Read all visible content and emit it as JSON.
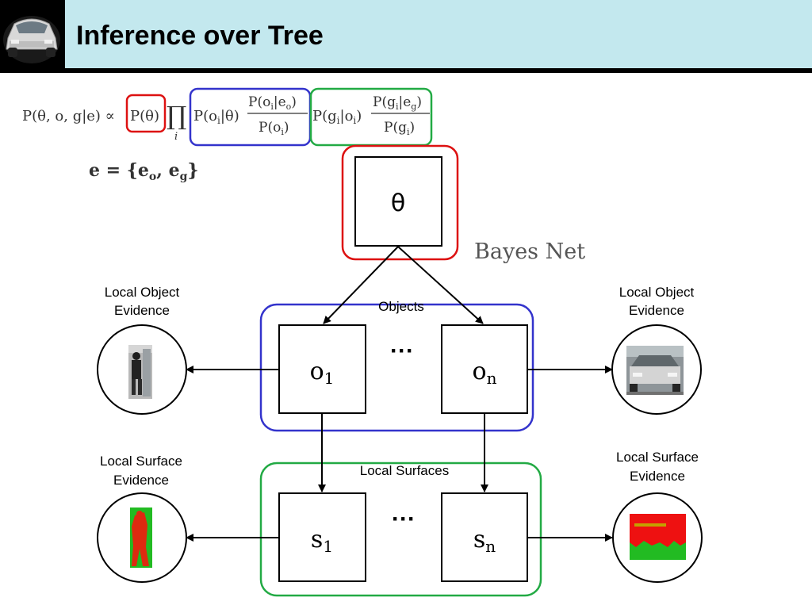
{
  "slide": {
    "title": "Inference over Tree"
  },
  "equation": {
    "lhs": "P(θ, o, g|e) ∝",
    "prior": "P(θ)",
    "product": "∏",
    "product_index": "i",
    "object_term_lead": "P(o",
    "object_term_rest": "|θ)",
    "object_num": "P(o",
    "object_num_rest": "|e",
    "object_num_sub": "o",
    "object_den": "P(o",
    "surface_term_lead": "P(g",
    "surface_term_rest": "|o",
    "surface_num": "P(g",
    "surface_num_rest": "|e",
    "surface_num_sub": "g",
    "surface_den": "P(g",
    "sub_i": "i",
    "close": ")",
    "evidence_def": "e = {e",
    "evidence_sub_o": "o",
    "evidence_comma": ", e",
    "evidence_sub_g": "g",
    "evidence_close": "}"
  },
  "diagram": {
    "root_node": "θ",
    "bayes_net_label": "Bayes Net",
    "objects_group_label": "Objects",
    "surfaces_group_label": "Local Surfaces",
    "ellipsis": "···",
    "nodes": {
      "o1": {
        "letter": "o",
        "sub": "1"
      },
      "on": {
        "letter": "o",
        "sub": "n"
      },
      "s1": {
        "letter": "s",
        "sub": "1"
      },
      "sn": {
        "letter": "s",
        "sub": "n"
      }
    },
    "evidence_labels": {
      "object_left": [
        "Local Object",
        "Evidence"
      ],
      "object_right": [
        "Local Object",
        "Evidence"
      ],
      "surface_left": [
        "Local Surface",
        "Evidence"
      ],
      "surface_right": [
        "Local Surface",
        "Evidence"
      ]
    }
  },
  "colors": {
    "prior_box": "#dd1111",
    "object_box": "#3333cc",
    "surface_box": "#22aa44",
    "title_band": "#c3e8ee"
  }
}
